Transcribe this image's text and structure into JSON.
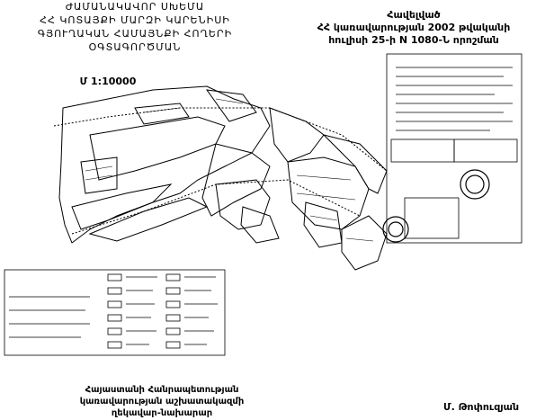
{
  "title": {
    "line1": "ԺԱՄԱՆԱԿԱՎՈՐ ՍԽԵՄԱ",
    "line2": "ՀՀ ԿՈՏԱՅՔԻ ՄԱՐԶԻ ԿԱՐԵՆԻՍԻ",
    "line3": "ԳՅՈՒՂԱԿԱՆ ՀԱՄԱՅՆՔԻ ՀՈՂԵՐԻ",
    "line4": "ՕԳՏԱԳՈՐԾՄԱՆ"
  },
  "scale": "Մ 1:10000",
  "approval": {
    "line1": "Հավելված",
    "line2": "ՀՀ կառավարության 2002 թվականի",
    "line3": "հուլիսի 25-ի N 1080-Ն որոշման"
  },
  "signature_left": {
    "line1": "Հայաստանի Հանրապետության",
    "line2": "կառավարության աշխատակազմի",
    "line3": "ղեկավար-նախարար"
  },
  "signature_right": "Մ. Թոփուզյան"
}
